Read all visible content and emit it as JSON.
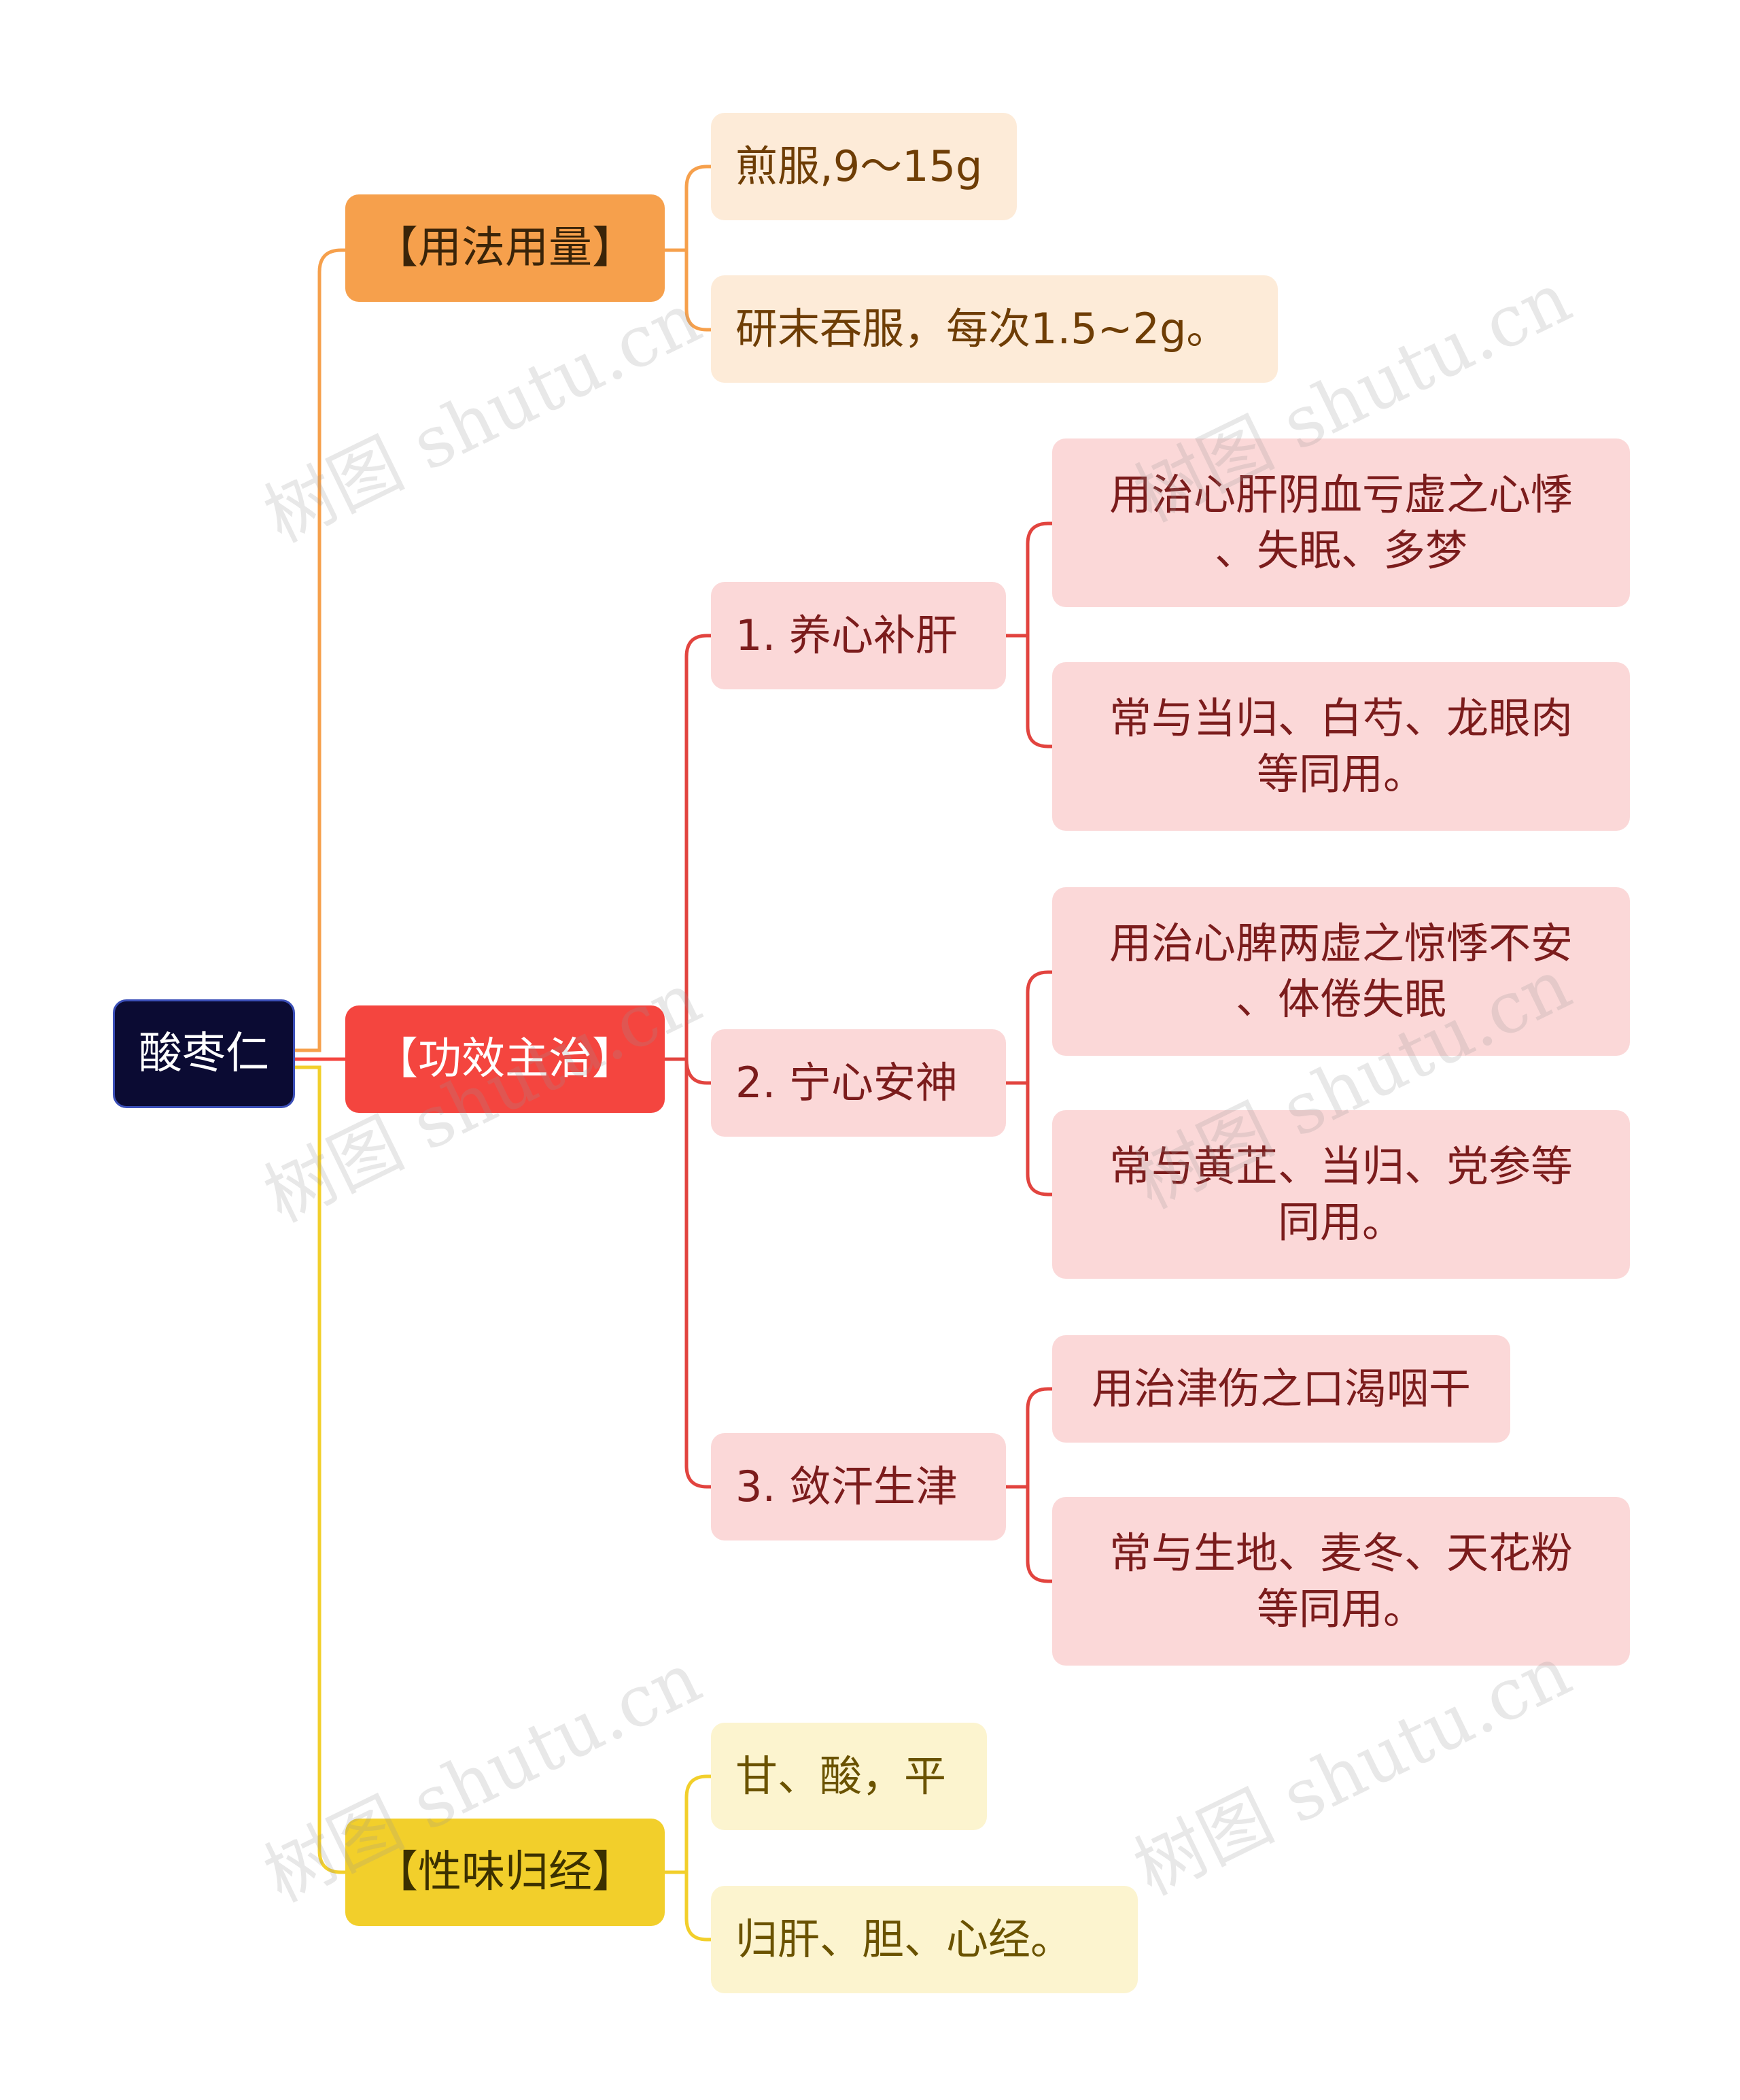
{
  "root": {
    "label": "酸枣仁"
  },
  "branches": [
    {
      "label": "【用法用量】",
      "color": "#f6a04c",
      "items": [
        {
          "label": "煎服,9～15g"
        },
        {
          "label": "研末吞服，每次1.5~2g。"
        }
      ]
    },
    {
      "label": "【功效主治】",
      "color": "#f4453f",
      "items": [
        {
          "label": "1. 养心补肝",
          "details": [
            {
              "label": "用治心肝阴血亏虚之心悸\n、失眠、多梦"
            },
            {
              "label": "常与当归、白芍、龙眼肉\n等同用。"
            }
          ]
        },
        {
          "label": "2. 宁心安神",
          "details": [
            {
              "label": "用治心脾两虚之惊悸不安\n、体倦失眠"
            },
            {
              "label": "常与黄芷、当归、党参等\n同用。"
            }
          ]
        },
        {
          "label": "3. 敛汗生津",
          "details": [
            {
              "label": "用治津伤之口渴咽干"
            },
            {
              "label": "常与生地、麦冬、天花粉\n等同用。"
            }
          ]
        }
      ]
    },
    {
      "label": "【性味归经】",
      "color": "#f2cf2b",
      "items": [
        {
          "label": "甘、酸，平"
        },
        {
          "label": "归肝、胆、心经。"
        }
      ]
    }
  ],
  "watermark": "树图 shutu.cn"
}
